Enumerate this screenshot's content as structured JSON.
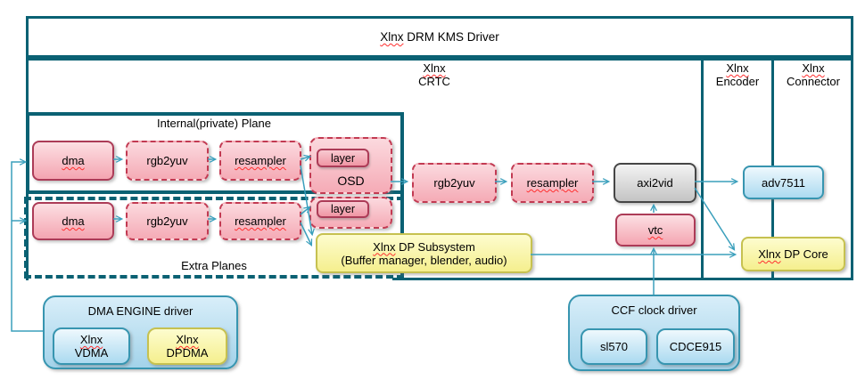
{
  "title": {
    "word1": "Xlnx",
    "rest": " DRM KMS Driver"
  },
  "columns": {
    "crtc": {
      "word1": "Xlnx",
      "line2": "CRTC"
    },
    "encoder": {
      "word1": "Xlnx",
      "line2": "Encoder"
    },
    "connector": {
      "word1": "Xlnx",
      "line2": "Connector"
    }
  },
  "planes": {
    "internal_label": "Internal(private) Plane",
    "extra_label": "Extra Planes"
  },
  "pipeline1": {
    "dma": "dma",
    "rgb2yuv": "rgb2yuv",
    "resampler": "resampler",
    "layer": "layer",
    "osd": "OSD"
  },
  "pipeline2": {
    "dma": "dma",
    "rgb2yuv": "rgb2yuv",
    "resampler": "resampler",
    "layer": "layer"
  },
  "crtc_chain": {
    "rgb2yuv": "rgb2yuv",
    "resampler": "resampler",
    "axi2vid": "axi2vid",
    "vtc": "vtc"
  },
  "dp_subsystem": {
    "word1": "Xlnx",
    "line1_rest": " DP Subsystem",
    "line2": "(Buffer manager, blender, audio)"
  },
  "encoder_node": {
    "adv7511": "adv7511"
  },
  "connector_node": {
    "word1": "Xlnx",
    "rest": " DP Core"
  },
  "dma_engine": {
    "title": "DMA ENGINE driver",
    "vdma": {
      "word1": "Xlnx",
      "line2": "VDMA"
    },
    "dpdma": {
      "word1": "Xlnx",
      "line2": "DPDMA"
    }
  },
  "ccf": {
    "title": "CCF clock driver",
    "chip1": "sl570",
    "chip2": "CDCE915"
  },
  "colors": {
    "structure_teal": "#0a6173",
    "connector_blue": "#3a9fbc",
    "pink_border": "#ac3b57",
    "blue_border": "#3795b0",
    "yellow_border": "#c6c150",
    "gray_border": "#464646",
    "spellcheck_red": "#ff2e2e"
  }
}
